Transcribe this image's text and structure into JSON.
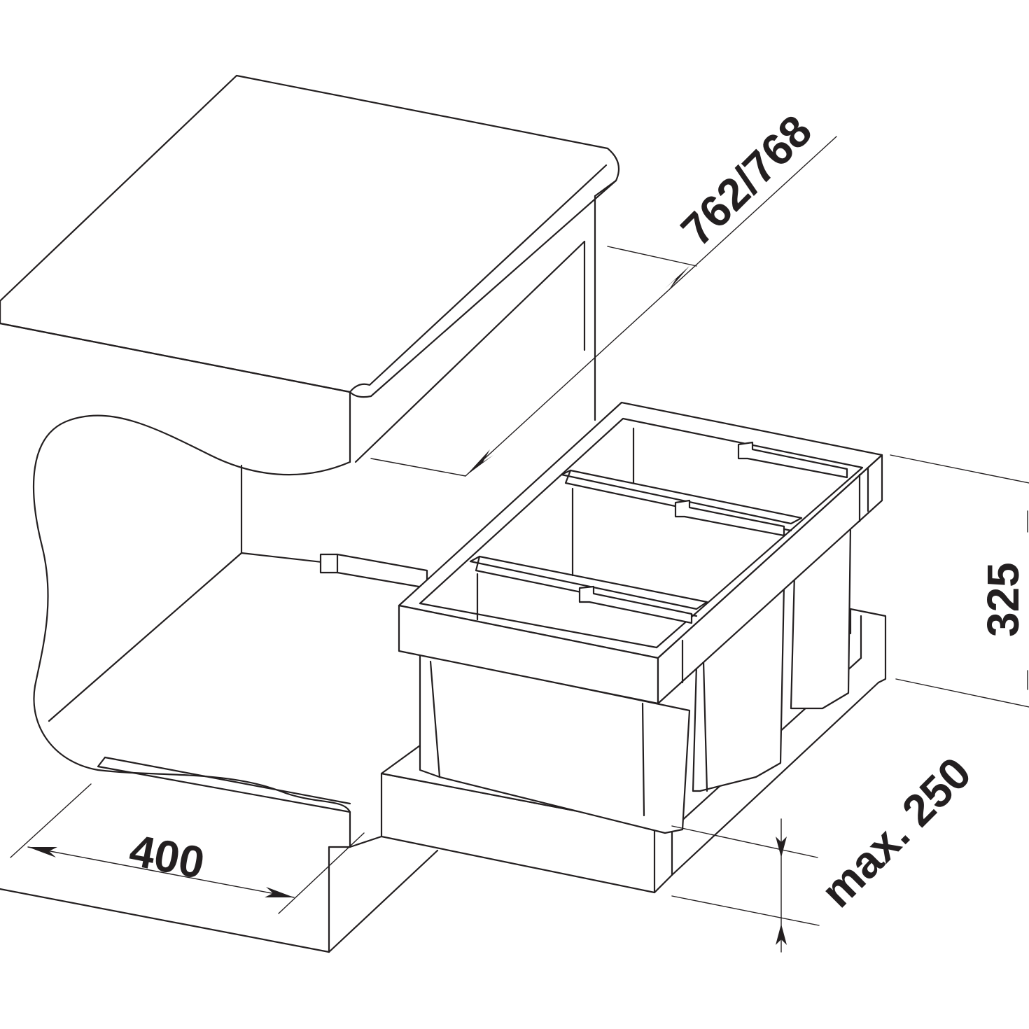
{
  "dimensions": {
    "depth": "762/768",
    "height": "325",
    "width": "400",
    "offset": "max. 250"
  },
  "colors": {
    "line": "#231f20",
    "background": "#ffffff"
  }
}
